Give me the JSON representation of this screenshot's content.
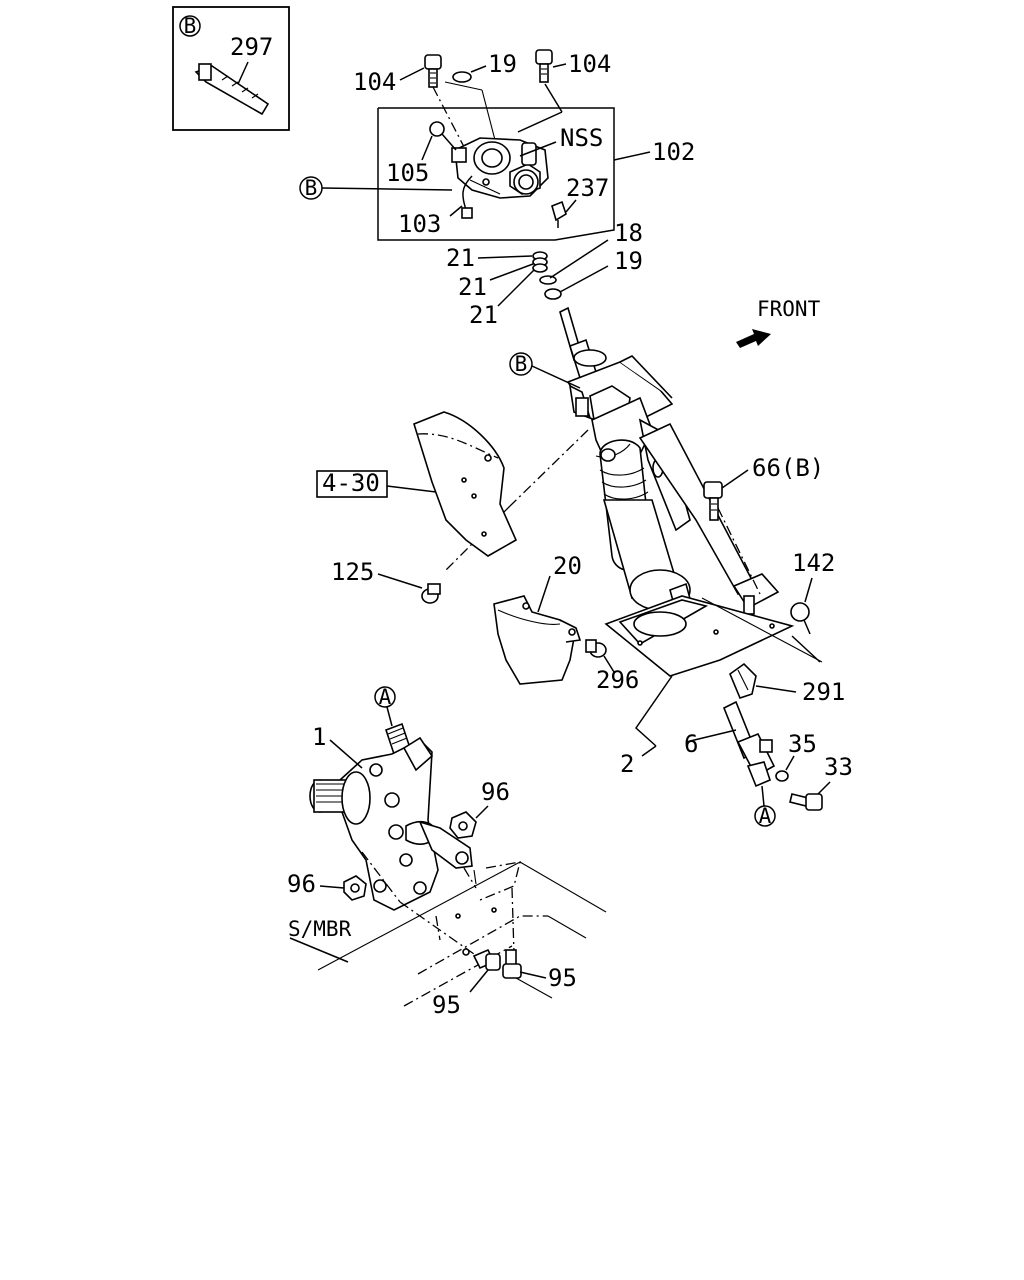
{
  "detail_box": {
    "ref": "B",
    "part_number": "297"
  },
  "callouts": {
    "p104_left": "104",
    "p19_top": "19",
    "p104_right": "104",
    "p105": "105",
    "nss": "NSS",
    "p102": "102",
    "p237": "237",
    "p103": "103",
    "p21_a": "21",
    "p21_b": "21",
    "p21_c": "21",
    "p18": "18",
    "p19_mid": "19",
    "front": "FRONT",
    "p66b": "66(B)",
    "p4_30": "4-30",
    "p142": "142",
    "p125": "125",
    "p20": "20",
    "p296": "296",
    "p291": "291",
    "p2": "2",
    "p6": "6",
    "p35": "35",
    "p33": "33",
    "p1": "1",
    "p96_right": "96",
    "p96_left": "96",
    "smbr": "S/MBR",
    "p95_left": "95",
    "p95_right": "95"
  },
  "ref_markers": {
    "b_left": "B",
    "b_column": "B",
    "a_top": "A",
    "a_bottom": "A"
  }
}
